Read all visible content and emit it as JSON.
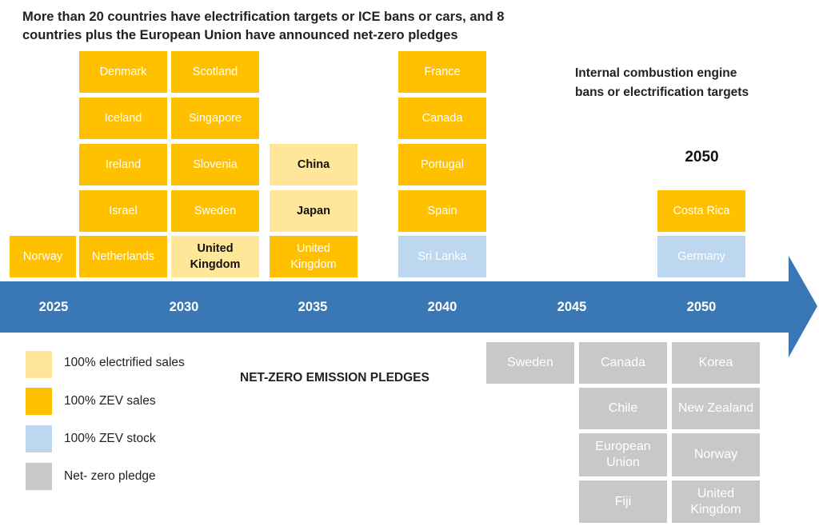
{
  "title": "More than 20 countries have electrification targets or ICE bans or cars, and 8 countries plus the European Union have announced net-zero pledges",
  "ice_heading": "Internal combustion engine bans or electrification targets",
  "ice_2050_label": "2050",
  "colors": {
    "arrow": "#3a78b5",
    "zev_sales": "#ffc000",
    "electrified_sales": "#ffe699",
    "zev_stock": "#bdd7ee",
    "net_zero": "#c8c8c8"
  },
  "timeline_years": [
    "2025",
    "2030",
    "2035",
    "2040",
    "2045",
    "2050"
  ],
  "ice_targets": {
    "y2025": [
      "Norway"
    ],
    "y2030_col1": [
      "Denmark",
      "Iceland",
      "Ireland",
      "Israel",
      "Netherlands"
    ],
    "y2030_col2": [
      "Scotland",
      "Singapore",
      "Slovenia",
      "Sweden",
      "United Kingdom"
    ],
    "y2035": [
      "China",
      "Japan",
      "United Kingdom"
    ],
    "y2040": [
      "France",
      "Canada",
      "Portugal",
      "Spain",
      "Sri Lanka"
    ],
    "y2050": [
      "Costa Rica",
      "Germany"
    ]
  },
  "legend": [
    {
      "label": "100% electrified sales",
      "color": "#ffe699"
    },
    {
      "label": "100% ZEV sales",
      "color": "#ffc000"
    },
    {
      "label": "100% ZEV stock",
      "color": "#bdd7ee"
    },
    {
      "label": "Net- zero pledge",
      "color": "#c8c8c8"
    }
  ],
  "net_zero_heading": "NET-ZERO EMISSION PLEDGES",
  "net_zero": {
    "col1": [
      "Sweden"
    ],
    "col2": [
      "Canada",
      "Chile",
      "European Union",
      "Fiji"
    ],
    "col3": [
      "Korea",
      "New Zealand",
      "Norway",
      "United Kingdom"
    ]
  }
}
